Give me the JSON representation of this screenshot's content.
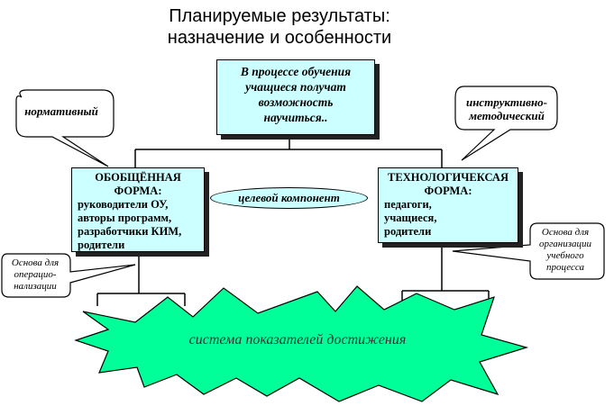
{
  "title": {
    "line1": "Планируемые результаты:",
    "line2": "назначение и особенности"
  },
  "center_box": {
    "lines": [
      "В процессе обучения",
      "учащиеся получат",
      "возможность",
      "научиться.."
    ]
  },
  "left_box": {
    "heading1": "ОБОБЩЁННАЯ",
    "heading2": "ФОРМА:",
    "lines": [
      "руководители ОУ,",
      "авторы программ,",
      "разработчики КИМ,",
      "родители"
    ]
  },
  "right_box": {
    "heading1": "ТЕХНОЛОГИЧЕКСАЯ",
    "heading2": "ФОРМА:",
    "lines": [
      "педагоги,",
      "учащиеся,",
      "родители"
    ]
  },
  "goal_component": "целевой компонент",
  "callouts": {
    "normative": "нормативный",
    "instructive": [
      "инструктивно-",
      "методический"
    ],
    "operationalization": [
      "Основа для",
      "операцио-",
      "нализации"
    ],
    "organization": [
      "Основа для",
      "организации",
      "учебного",
      "процесса"
    ]
  },
  "system_label": "система показателей достижения",
  "colors": {
    "box_fill": "#ccffff",
    "burst_fill": "#00ff99",
    "outline": "#000000"
  }
}
